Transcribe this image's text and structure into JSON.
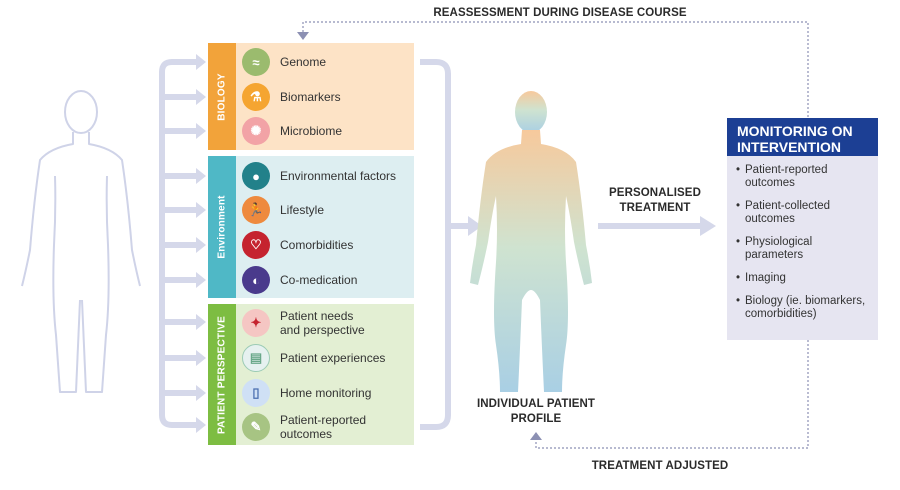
{
  "top_label": "REASSESSMENT DURING DISEASE COURSE",
  "bottom_label": "TREATMENT ADJUSTED",
  "personalised_label": "PERSONALISED\nTREATMENT",
  "profile_label": "INDIVIDUAL PATIENT\nPROFILE",
  "panels": {
    "biology": {
      "title": "BIOLOGY",
      "color": "#f2a33a",
      "bg": "#fde3c6",
      "items": [
        {
          "label": "Genome",
          "icon": "dna-icon",
          "color": "#9bbb6e"
        },
        {
          "label": "Biomarkers",
          "icon": "test-tube-icon",
          "color": "#f5a531"
        },
        {
          "label": "Microbiome",
          "icon": "bacteria-icon",
          "color": "#f2a3a6"
        }
      ]
    },
    "environment": {
      "title": "Environment",
      "color": "#4fb8c6",
      "bg": "#ddeef1",
      "items": [
        {
          "label": "Environmental factors",
          "icon": "location-pin-icon",
          "color": "#22818a"
        },
        {
          "label": "Lifestyle",
          "icon": "running-person-icon",
          "color": "#ee8a3e"
        },
        {
          "label": "Comorbidities",
          "icon": "stethoscope-icon",
          "color": "#c5232f"
        },
        {
          "label": "Co-medication",
          "icon": "pills-icon",
          "color": "#4a3a8c"
        }
      ]
    },
    "patient": {
      "title": "PATIENT PERSPECTIVE",
      "color": "#7dbd42",
      "bg": "#e3efd3",
      "items": [
        {
          "label": "Patient needs\nand perspective",
          "icon": "person-needs-icon",
          "color": "#f5c6c3"
        },
        {
          "label": "Patient experiences",
          "icon": "clipboard-icon",
          "color": "#e6f1f0"
        },
        {
          "label": "Home monitoring",
          "icon": "smartphone-icon",
          "color": "#cfe0f5"
        },
        {
          "label": "Patient-reported\noutcomes",
          "icon": "notepad-icon",
          "color": "#a7c483"
        }
      ]
    }
  },
  "monitoring": {
    "title": "MONITORING ON\nINTERVENTION",
    "items": [
      "Patient-reported\noutcomes",
      "Patient-collected\noutcomes",
      "Physiological\nparameters",
      "Imaging",
      "Biology (ie. biomarkers,\ncomorbidities)"
    ]
  }
}
